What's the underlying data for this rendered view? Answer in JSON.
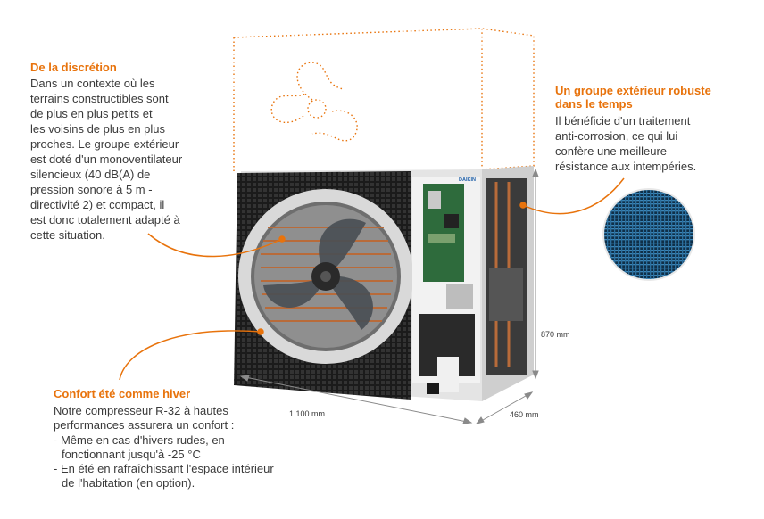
{
  "sections": {
    "discretion": {
      "title": "De la discrétion",
      "lines": [
        "Dans un contexte où les",
        "terrains constructibles sont",
        "de plus en plus petits et",
        "les voisins de plus en plus",
        "proches. Le groupe extérieur",
        "est doté d'un monoventilateur",
        "silencieux (40 dB(A) de",
        "pression sonore à 5 m -",
        "directivité 2) et compact, il",
        "est donc totalement adapté à",
        "cette situation."
      ]
    },
    "robuste": {
      "title_lines": [
        "Un groupe extérieur robuste",
        "dans le temps"
      ],
      "lines": [
        "Il bénéficie d'un traitement",
        "anti-corrosion, ce qui lui",
        "confère une meilleure",
        "résistance aux intempéries."
      ]
    },
    "confort": {
      "title": "Confort été comme hiver",
      "intro_lines": [
        "Notre compresseur R-32 à hautes",
        "performances assurera un confort :"
      ],
      "bullets": [
        {
          "lines": [
            "- Même en cas d'hivers rudes, en",
            "fonctionnant jusqu'à -25 °C"
          ]
        },
        {
          "lines": [
            "- En été en rafraîchissant l'espace intérieur",
            "de l'habitation (en option)."
          ]
        }
      ]
    }
  },
  "dimensions": {
    "width": "1 100 mm",
    "depth": "460 mm",
    "height": "870 mm"
  },
  "brand": "DAIKIN",
  "colors": {
    "accent": "#e8730c",
    "text": "#3a3a3a",
    "unit_body": "#dcdcdc",
    "grille": "#1c1c1c",
    "mesh": "#1e5b8a"
  },
  "icons": [
    "fan-swirl-outline-icon",
    "anti-corrosion-mesh-icon"
  ]
}
